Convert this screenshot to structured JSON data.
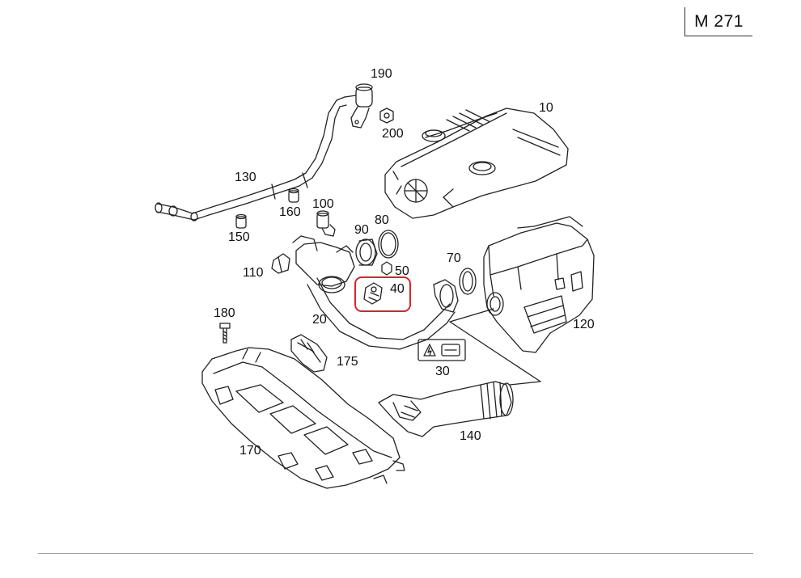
{
  "model_code": "M 271",
  "highlight_color": "#d8242c",
  "highlighted_part": "40",
  "parts": {
    "p10": "10",
    "p20": "20",
    "p30": "30",
    "p40": "40",
    "p50": "50",
    "p70": "70",
    "p80": "80",
    "p90": "90",
    "p100": "100",
    "p110": "110",
    "p120": "120",
    "p130": "130",
    "p140": "140",
    "p150": "150",
    "p160": "160",
    "p170": "170",
    "p175": "175",
    "p180": "180",
    "p190": "190",
    "p200": "200"
  }
}
